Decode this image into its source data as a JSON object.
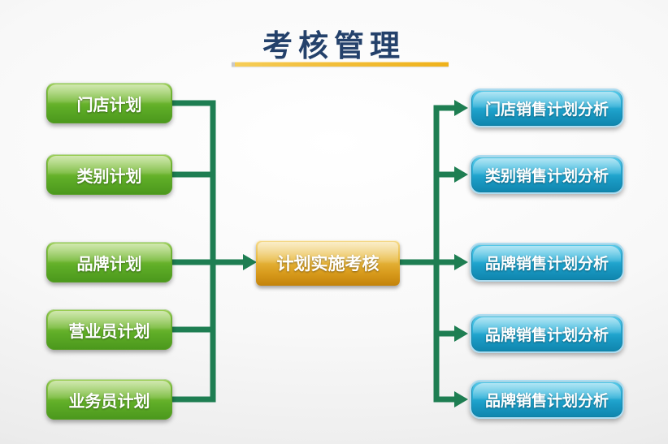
{
  "title": "考核管理",
  "left_column": {
    "items": [
      {
        "label": "门店计划"
      },
      {
        "label": "类别计划"
      },
      {
        "label": "品牌计划"
      },
      {
        "label": "营业员计划"
      },
      {
        "label": "业务员计划"
      }
    ]
  },
  "center_node": {
    "label": "计划实施考核"
  },
  "right_column": {
    "items": [
      {
        "label": "门店销售计划分析"
      },
      {
        "label": "类别销售计划分析"
      },
      {
        "label": "品牌销售计划分析"
      },
      {
        "label": "品牌销售计划分析"
      },
      {
        "label": "品牌销售计划分析"
      }
    ]
  },
  "colors": {
    "title_text": "#24416B",
    "title_underline": "#EFB21B",
    "green_node": "#5FAD27",
    "gold_node": "#D89B1C",
    "blue_node": "#1B9CC6",
    "connector_line": "#1E7E52"
  }
}
